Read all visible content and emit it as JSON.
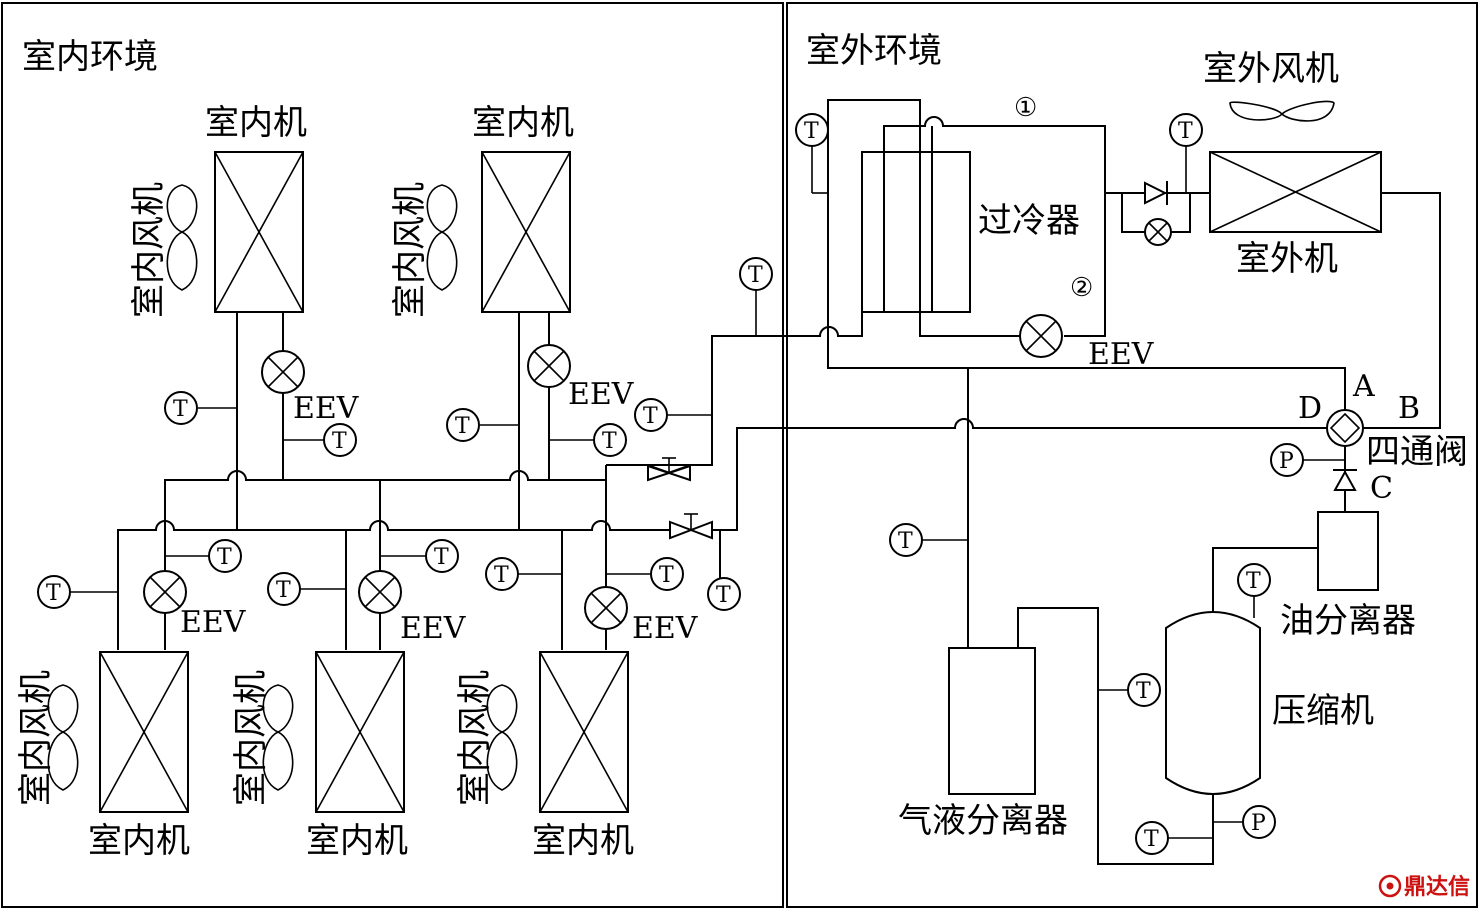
{
  "regions": {
    "indoor_label": "室内环境",
    "outdoor_label": "室外环境"
  },
  "indoor_unit_label": "室内机",
  "indoor_fan_label": "室内风机",
  "outdoor_fan_label": "室外风机",
  "outdoor_unit_label": "室外机",
  "subcooler_label": "过冷器",
  "eev_label": "EEV",
  "four_way_valve_label": "四通阀",
  "port_labels": {
    "a": "A",
    "b": "B",
    "c": "C",
    "d": "D"
  },
  "oil_separator_label": "油分离器",
  "compressor_label": "压缩机",
  "gas_liquid_separator_label": "气液分离器",
  "sensor_temperature": "T",
  "sensor_pressure": "P",
  "subcooler_port_1": "①",
  "subcooler_port_2": "②",
  "watermark": "鼎达信"
}
